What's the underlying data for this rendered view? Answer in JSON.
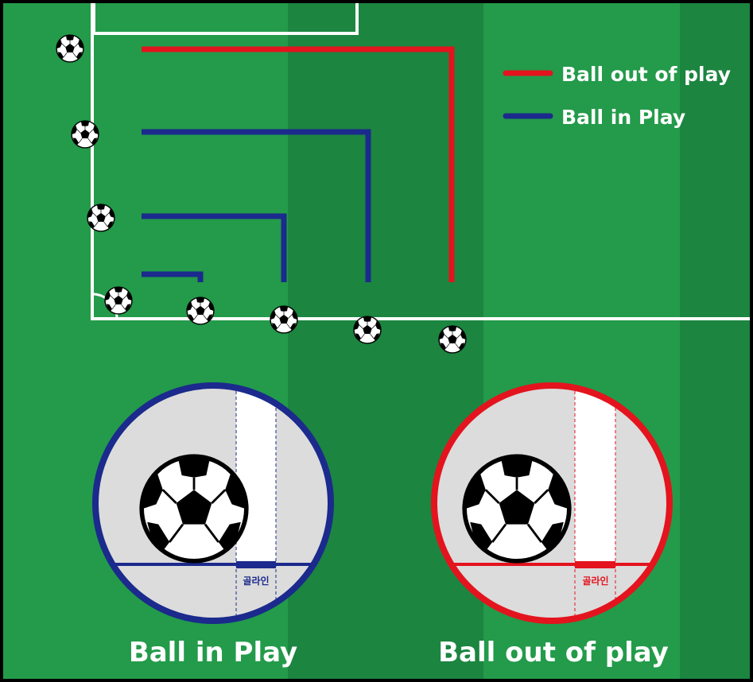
{
  "legend": {
    "out_label": "Ball out of play",
    "in_label": "Ball in Play"
  },
  "colors": {
    "out": "#e3141e",
    "in": "#1b2a8c",
    "pitch_light": "#239b4a",
    "pitch_dark": "#1c8540",
    "line": "#ffffff",
    "circle_bg": "#dcdcdc"
  },
  "left_circle": {
    "caption": "Ball in Play",
    "goal_line_label": "골라인"
  },
  "right_circle": {
    "caption": "Ball out of play",
    "goal_line_label": "골라인"
  }
}
